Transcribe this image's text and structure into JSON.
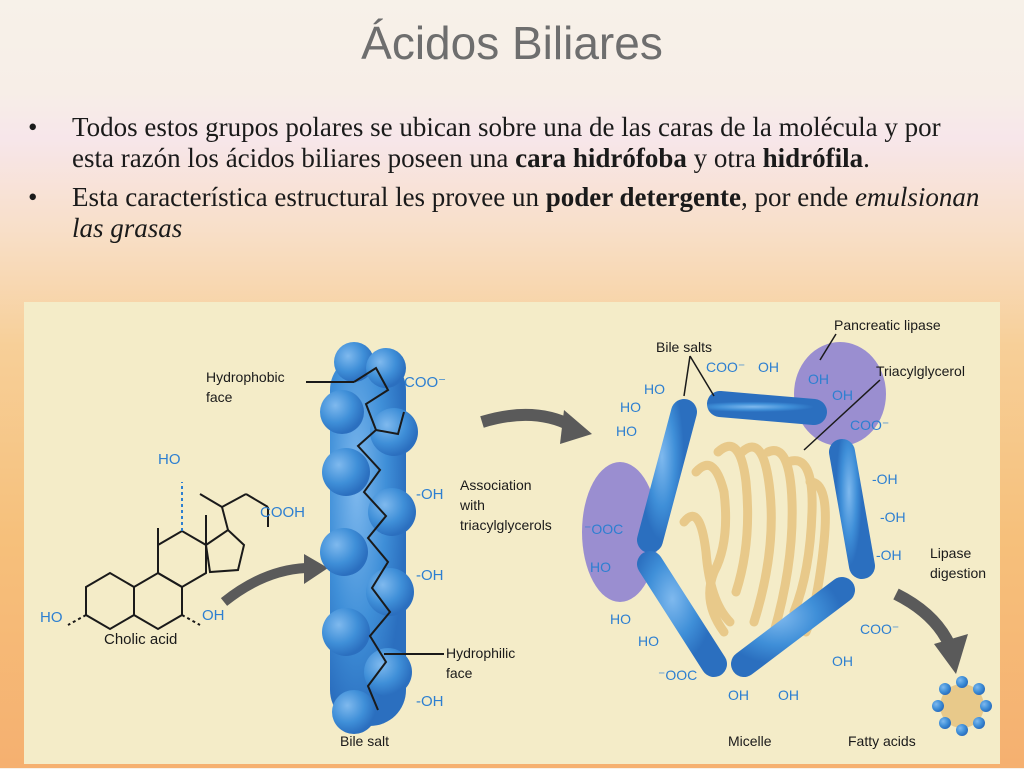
{
  "slide": {
    "title": "Ácidos Biliares",
    "bullets": [
      {
        "dot": "•",
        "p1": "Todos estos grupos polares se ubican sobre una de las caras de la molécula y por esta razón los ácidos biliares poseen una ",
        "b1": "cara hidrófoba",
        "p2": " y otra ",
        "b2": "hidrófila",
        "p3": "."
      },
      {
        "dot": "•",
        "p1": "Esta característica estructural les provee un ",
        "b1": "poder detergente",
        "p2": ", por ende ",
        "i1": "emulsionan las grasas"
      }
    ]
  },
  "diagram": {
    "labels": {
      "hydrophobic_face": [
        "Hydrophobic",
        "face"
      ],
      "hydrophilic_face": [
        "Hydrophilic",
        "face"
      ],
      "cholic_acid": "Cholic acid",
      "bile_salt": "Bile salt",
      "association": [
        "Association",
        "with",
        "triacylglycerols"
      ],
      "bile_salts": "Bile salts",
      "pancreatic_lipase": "Pancreatic lipase",
      "triacylglycerol": "Triacylglycerol",
      "lipase_digestion": [
        "Lipase",
        "digestion"
      ],
      "micelle": "Micelle",
      "fatty_acids": "Fatty acids"
    },
    "groups": {
      "ho": "HO",
      "oh": "-OH",
      "oh_plain": "OH",
      "cooh": "COOH",
      "coo": "COO⁻",
      "ooc": "⁻OOC"
    },
    "colors": {
      "panel_bg": "#f4ecc8",
      "bead": "#3f8fd8",
      "bead_dark": "#2b6fbf",
      "lipase": "#9a8ed0",
      "fat": "#e8c98a",
      "label_text": "#1a1a1a",
      "chem_text": "#2d7fd1",
      "arrow": "#5a5a5a"
    }
  }
}
